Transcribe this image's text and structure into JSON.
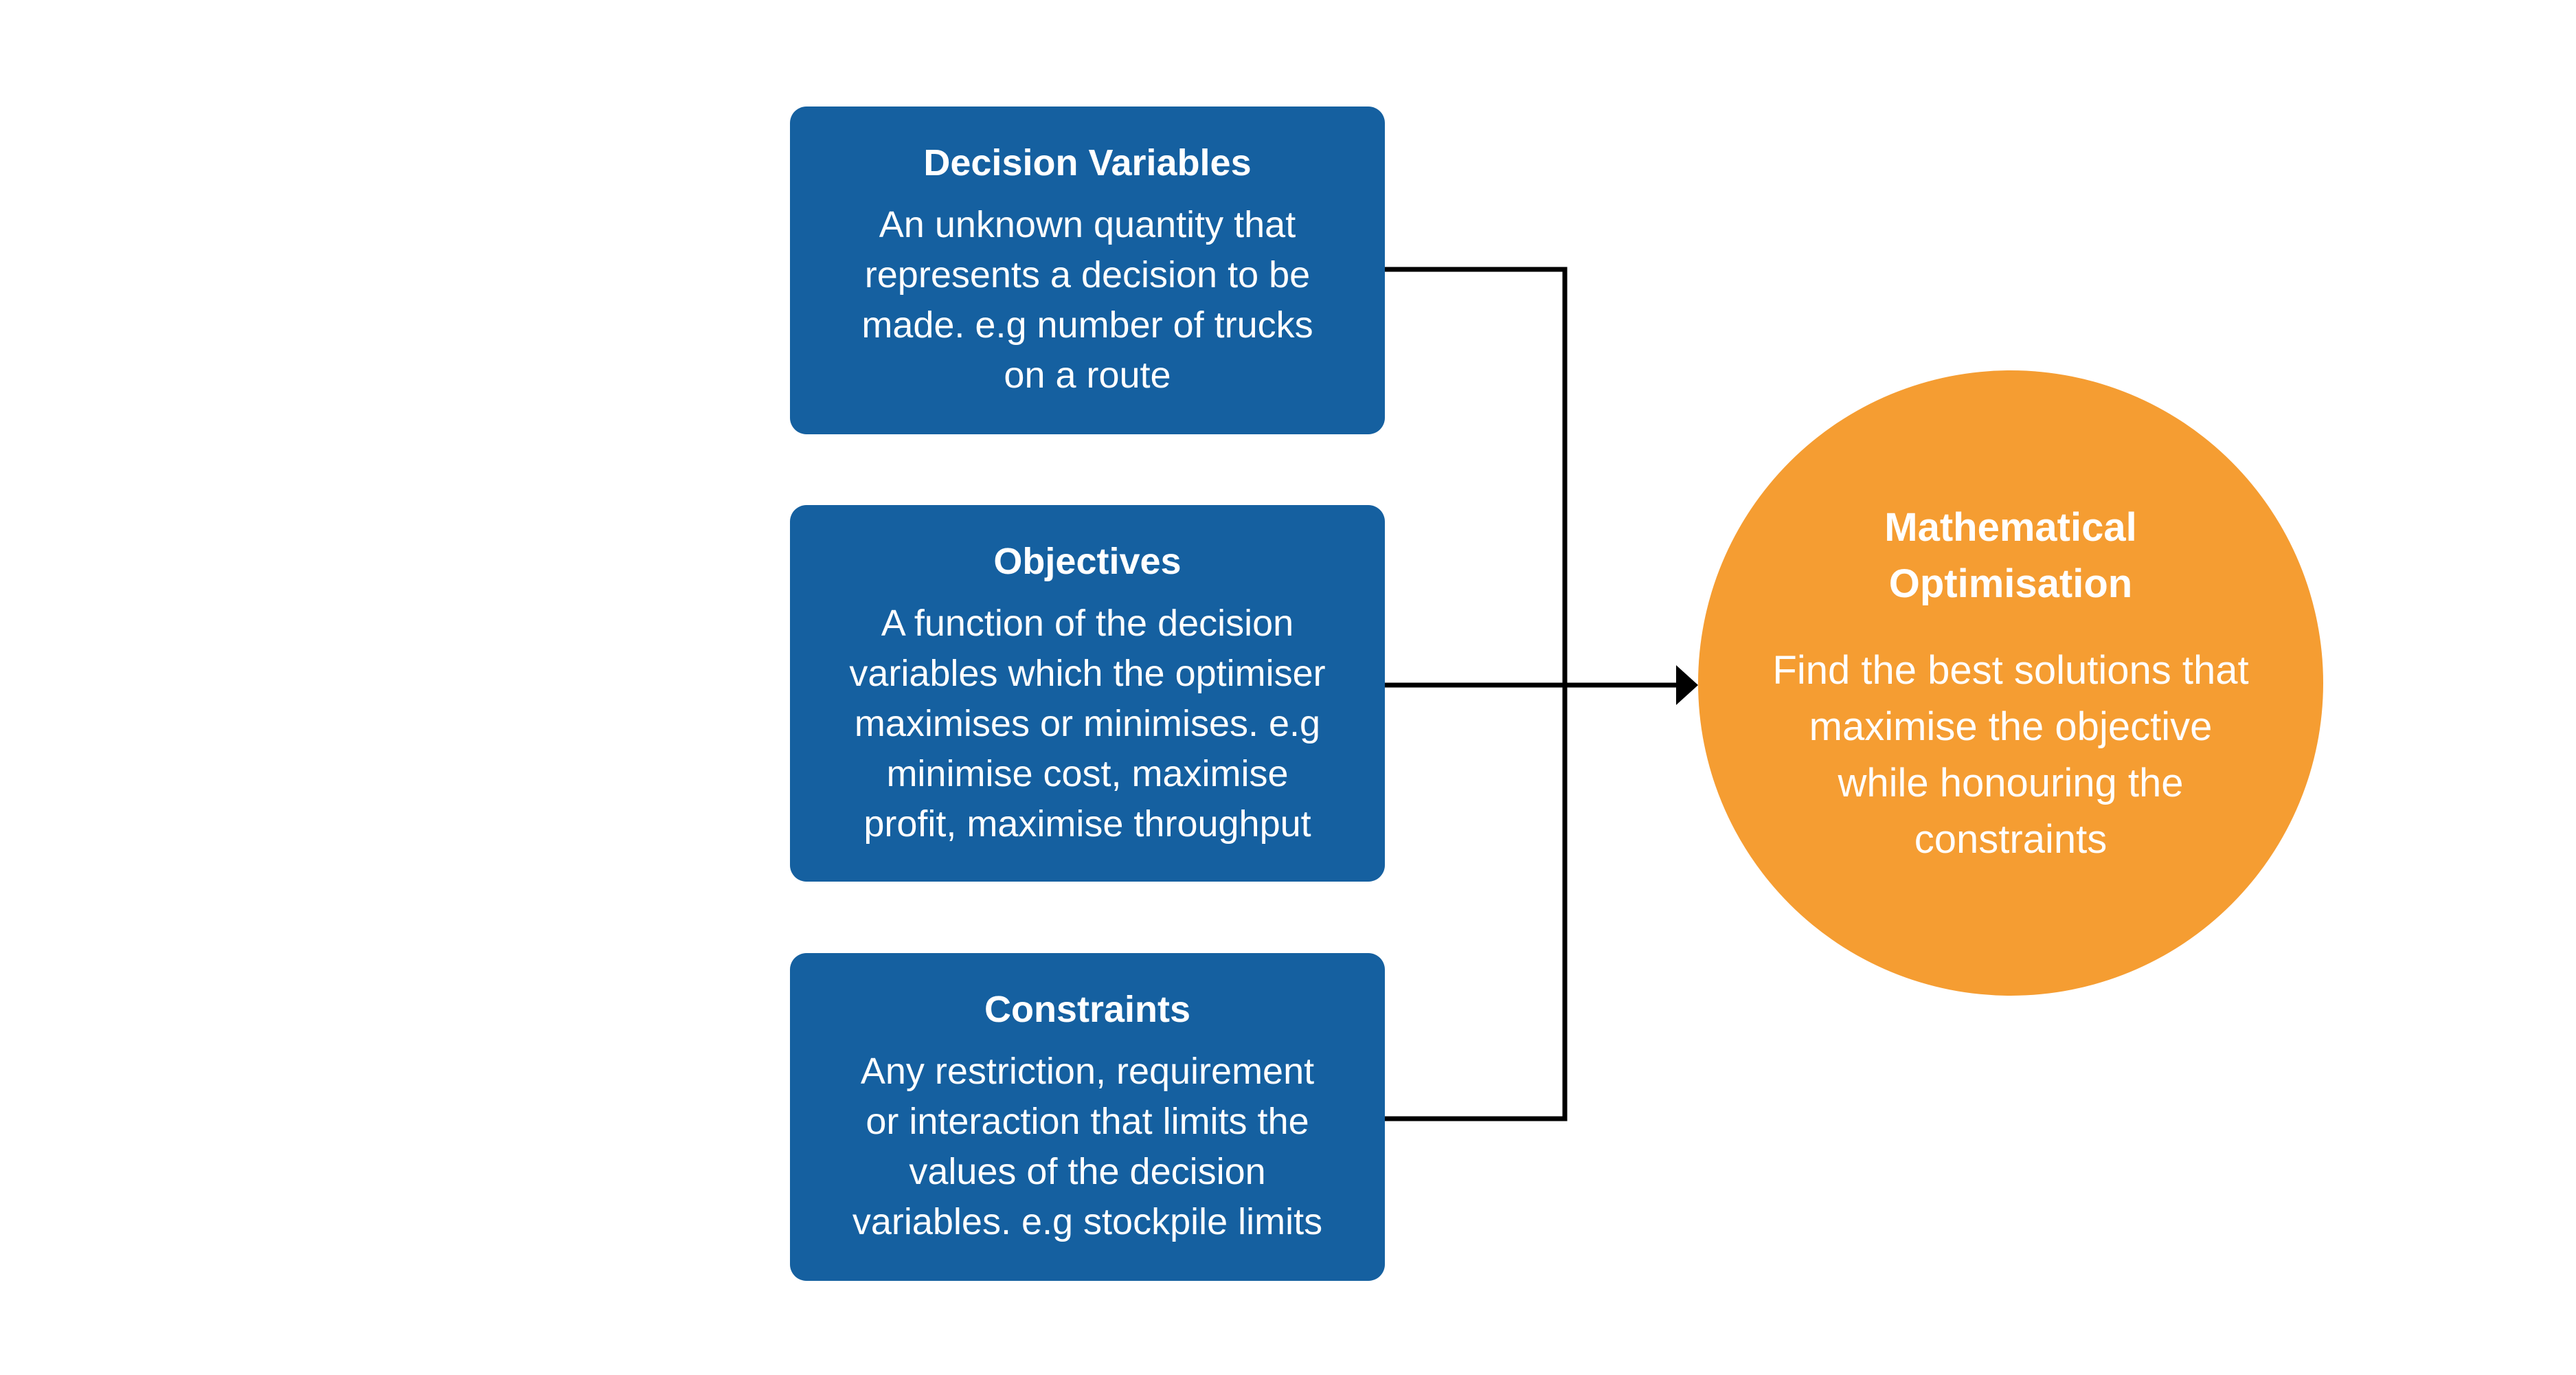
{
  "boxes": {
    "decision": {
      "title": "Decision Variables",
      "line1": "An unknown quantity that",
      "line2": "represents a decision to be",
      "line3": "made. e.g number of trucks",
      "line4": "on a route"
    },
    "objectives": {
      "title": "Objectives",
      "line1": "A function of the decision",
      "line2": "variables which the optimiser",
      "line3": "maximises or minimises. e.g",
      "line4": "minimise cost, maximise",
      "line5": "profit, maximise throughput"
    },
    "constraints": {
      "title": "Constraints",
      "line1": "Any restriction, requirement",
      "line2": "or interaction that limits the",
      "line3": "values of the decision",
      "line4": "variables. e.g stockpile limits"
    }
  },
  "result": {
    "title_line1": "Mathematical",
    "title_line2": "Optimisation",
    "line1": "Find the best solutions that",
    "line2": "maximise the objective",
    "line3": "while honouring the",
    "line4": "constraints"
  },
  "colors": {
    "box_fill": "#1560a0",
    "circle_fill": "#f59d32",
    "connector": "#000000",
    "text": "#ffffff"
  }
}
